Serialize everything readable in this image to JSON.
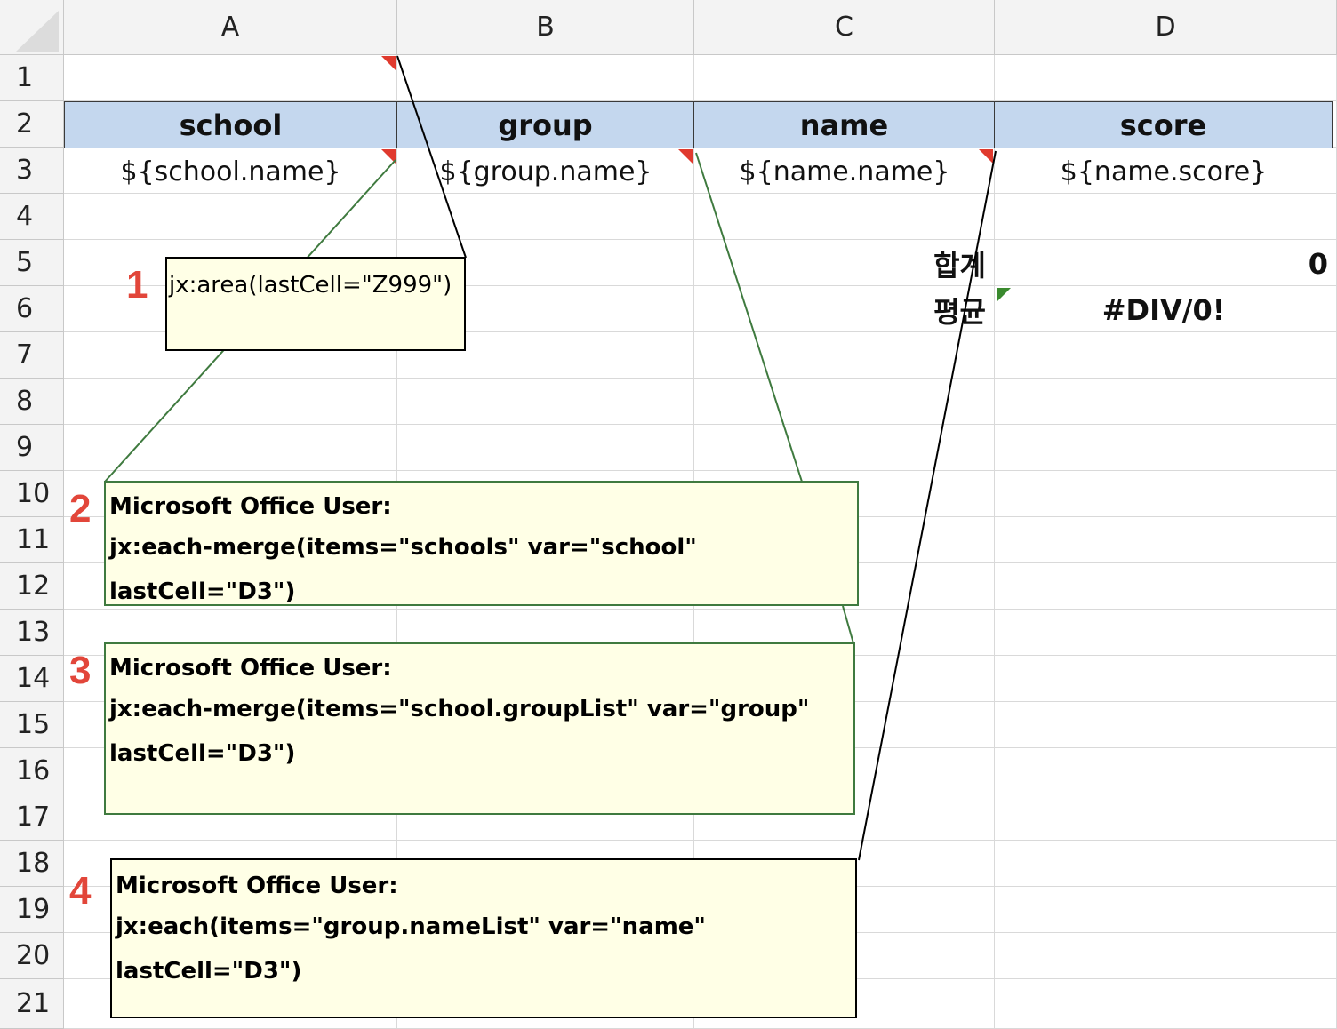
{
  "columns": [
    "A",
    "B",
    "C",
    "D"
  ],
  "rows": [
    "1",
    "2",
    "3",
    "4",
    "5",
    "6",
    "7",
    "8",
    "9",
    "10",
    "11",
    "12",
    "13",
    "14",
    "15",
    "16",
    "17",
    "18",
    "19",
    "20",
    "21"
  ],
  "cells": {
    "A2": "school",
    "B2": "group",
    "C2": "name",
    "D2": "score",
    "A3": "${school.name}",
    "B3": "${group.name}",
    "C3": "${name.name}",
    "D3": "${name.score}",
    "C5": "합계",
    "D5": "0",
    "C6": "평균",
    "D6": "#DIV/0!"
  },
  "comments": [
    {
      "number": "1",
      "author": "",
      "text": "jx:area(lastCell=\"Z999\")"
    },
    {
      "number": "2",
      "author": "Microsoft Office User:",
      "text": "jx:each-merge(items=\"schools\" var=\"school\" lastCell=\"D3\")"
    },
    {
      "number": "3",
      "author": "Microsoft Office User:",
      "text_line1": "jx:each-merge(items=\"school.groupList\" var=\"group\"",
      "text_line2": "lastCell=\"D3\")"
    },
    {
      "number": "4",
      "author": "Microsoft Office User:",
      "text": "jx:each(items=\"group.nameList\" var=\"name\" lastCell=\"D3\")"
    }
  ],
  "colors": {
    "header_fill": "#c4d7ee",
    "comment_fill": "#ffffe6",
    "comment_flag": "#e03a2e",
    "number_label": "#e2463a"
  }
}
